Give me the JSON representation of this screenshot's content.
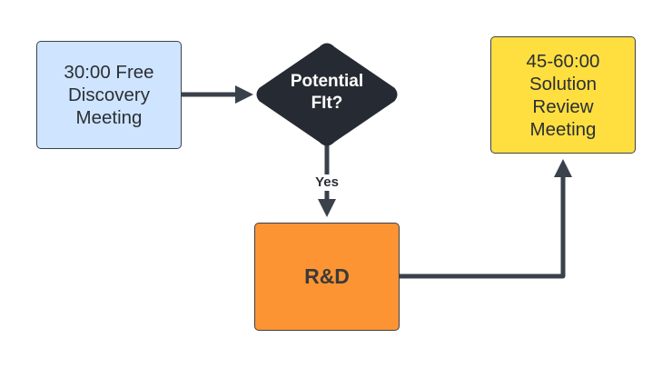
{
  "diagram": {
    "nodes": {
      "discovery": {
        "line1": "30:00 Free",
        "line2": "Discovery",
        "line3": "Meeting"
      },
      "decision": {
        "line1": "Potential",
        "line2": "FIt?"
      },
      "rd": {
        "label": "R&D"
      },
      "solution": {
        "line1": "45-60:00",
        "line2": "Solution",
        "line3": "Review",
        "line4": "Meeting"
      }
    },
    "edges": {
      "decision_to_rd": {
        "label": "Yes"
      }
    },
    "colors": {
      "discovery_fill": "#cfe4ff",
      "decision_fill": "#262b33",
      "rd_fill": "#fd9433",
      "solution_fill": "#ffdf3f",
      "connector": "#3a414b"
    }
  }
}
